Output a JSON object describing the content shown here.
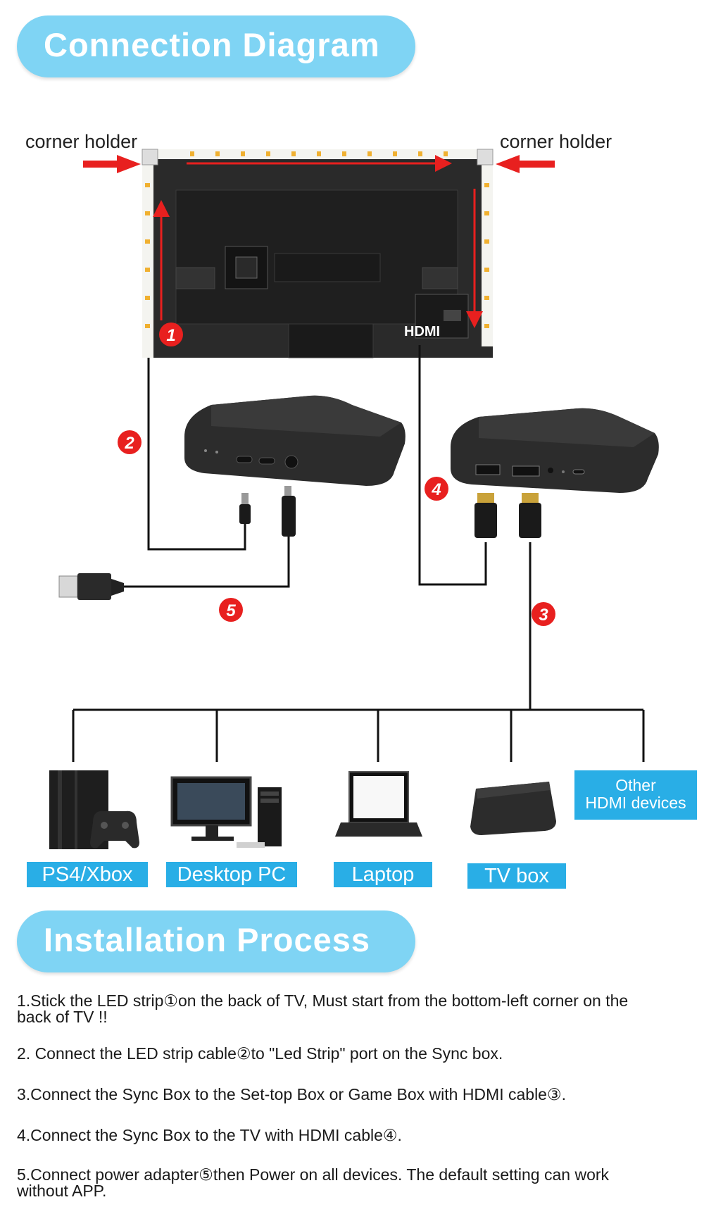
{
  "sections": {
    "connection_title": "Connection Diagram",
    "installation_title": "Installation Process"
  },
  "tv": {
    "corner_left": "corner holder",
    "corner_right": "corner holder",
    "hdmi_label": "HDMI"
  },
  "badges": [
    "1",
    "2",
    "3",
    "4",
    "5"
  ],
  "devices": {
    "ps4": "PS4/Xbox",
    "pc": "Desktop PC",
    "laptop": "Laptop",
    "tvbox": "TV box",
    "other_line1": "Other",
    "other_line2": "HDMI devices"
  },
  "steps": [
    {
      "line1": "1.Stick the LED strip①on the back of TV, Must start from the bottom-left corner on the",
      "line2": " back of TV !!"
    },
    {
      "line1": "2. Connect the LED strip cable②to \"Led Strip\" port on the Sync box."
    },
    {
      "line1": "3.Connect the Sync Box to the Set-top Box or Game Box with HDMI cable③."
    },
    {
      "line1": "4.Connect the Sync Box to the TV with HDMI cable④."
    },
    {
      "line1": "5.Connect power adapter⑤then Power on all devices. The default setting can work",
      "line2": "without APP."
    }
  ],
  "colors": {
    "pill": "#7fd4f4",
    "label_bg": "#29aee6",
    "badge": "#e8201f",
    "arrow": "#e8201f"
  }
}
